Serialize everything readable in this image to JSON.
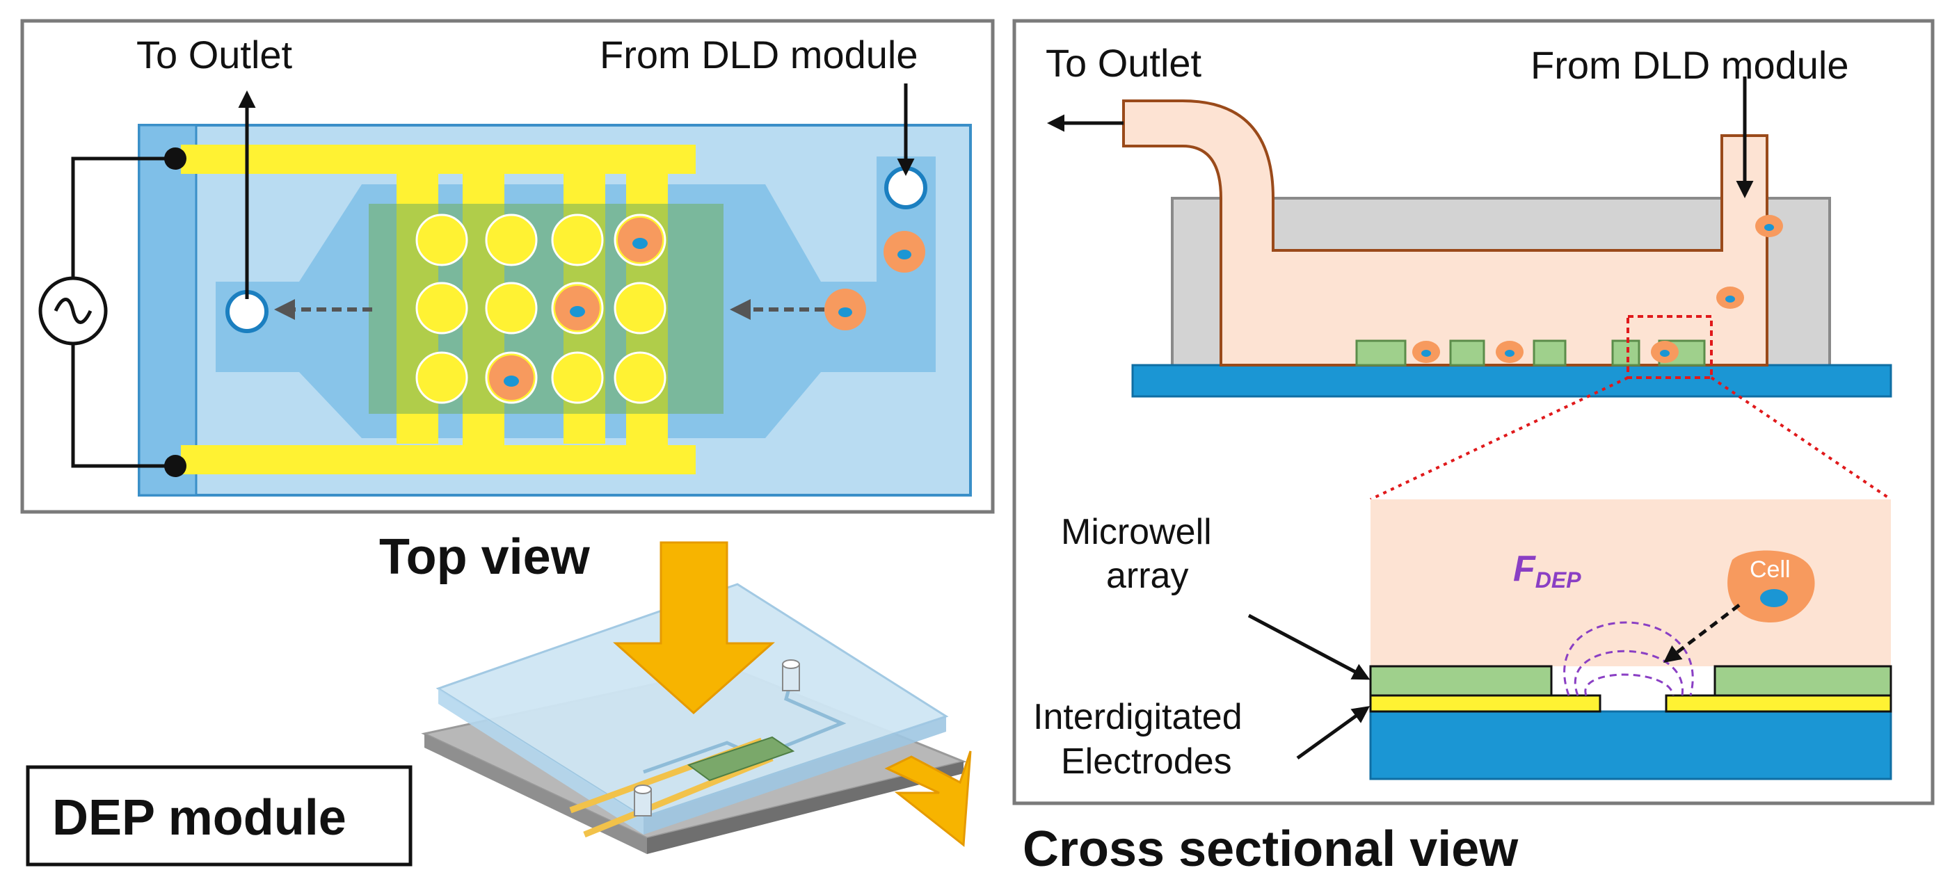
{
  "top_view": {
    "to_outlet": "To Outlet",
    "from_dld": "From DLD module",
    "caption": "Top view"
  },
  "cross_section": {
    "to_outlet": "To Outlet",
    "from_dld": "From DLD module",
    "microwell_line1": "Microwell",
    "microwell_line2": "array",
    "electrodes_line1": "Interdigitated",
    "electrodes_line2": "Electrodes",
    "force_main": "F",
    "force_sub": "DEP",
    "cell": "Cell",
    "caption": "Cross sectional view"
  },
  "device_label": "DEP module",
  "colors": {
    "substrate_blue": "#1b96d4",
    "channel_light": "#b9dcf2",
    "channel_mid": "#7fbfe8",
    "electrode_yellow": "#fff233",
    "microwell_green": "#9fd08c",
    "fluid_peach": "#fde3d3",
    "housing_gray": "#d3d3d3",
    "cell_orange": "#f79a5e",
    "arrow_amber": "#f7b400",
    "field_purple": "#8a3fc4",
    "highlight_red": "#e0191b"
  }
}
